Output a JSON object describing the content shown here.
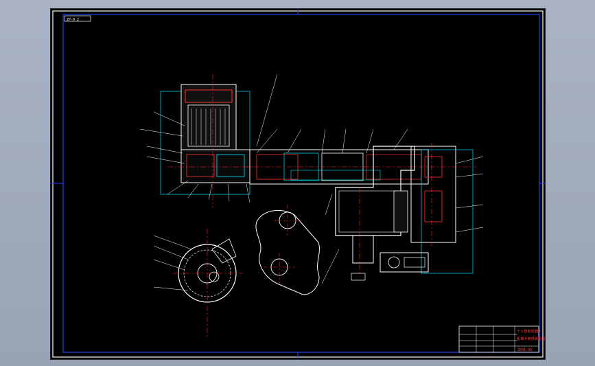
{
  "drawing": {
    "sheet_code": "ZP-0 2",
    "title_block": {
      "title_line_1": "个人智能机器人",
      "title_line_2": "机械手腕部装配图",
      "drawing_no": "ZD01-00"
    }
  },
  "colors": {
    "background": "#9ea8ba",
    "sheet": "#000000",
    "outline": "#ffffff",
    "frame": "#2a3dff",
    "centerline": "#ff2020",
    "dimension": "#00e5ff",
    "part": "#e8e8e8",
    "title_text": "#ff3b3b"
  }
}
